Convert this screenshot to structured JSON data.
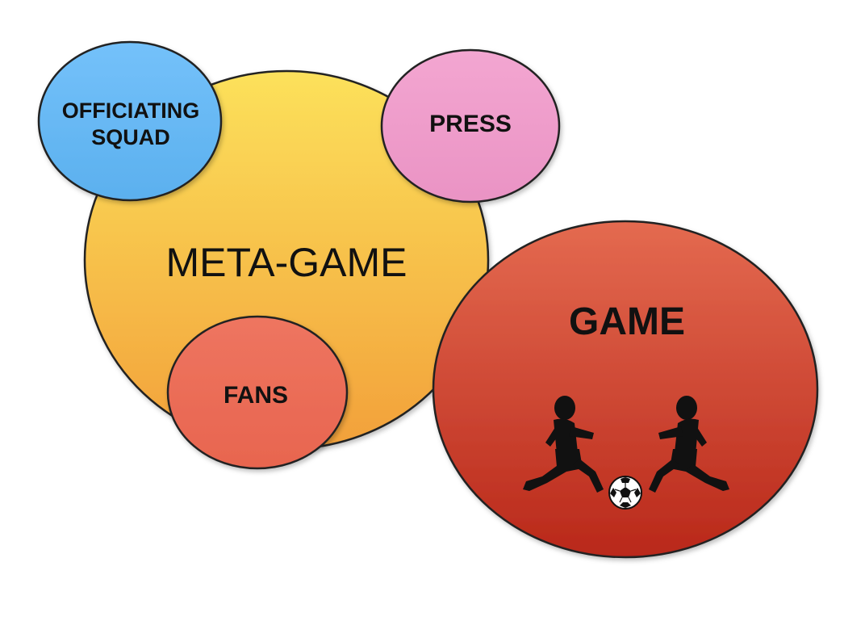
{
  "diagram": {
    "labels": {
      "meta_game": "META-GAME",
      "officiating_line1": "OFFICIATING",
      "officiating_line2": "SQUAD",
      "press": "PRESS",
      "fans": "FANS",
      "game": "GAME"
    },
    "icons": {
      "player_left": "running-player-icon",
      "player_right": "running-player-icon",
      "ball": "soccer-ball-icon"
    },
    "colors": {
      "meta_game_top": "#FCE15B",
      "meta_game_bottom": "#F2A03A",
      "officiating": "#6DBBF5",
      "press": "#EF9DCB",
      "fans": "#EC6E57",
      "game_top": "#E46A50",
      "game_bottom": "#B9281A",
      "outline": "#222222",
      "text": "#111111"
    }
  }
}
